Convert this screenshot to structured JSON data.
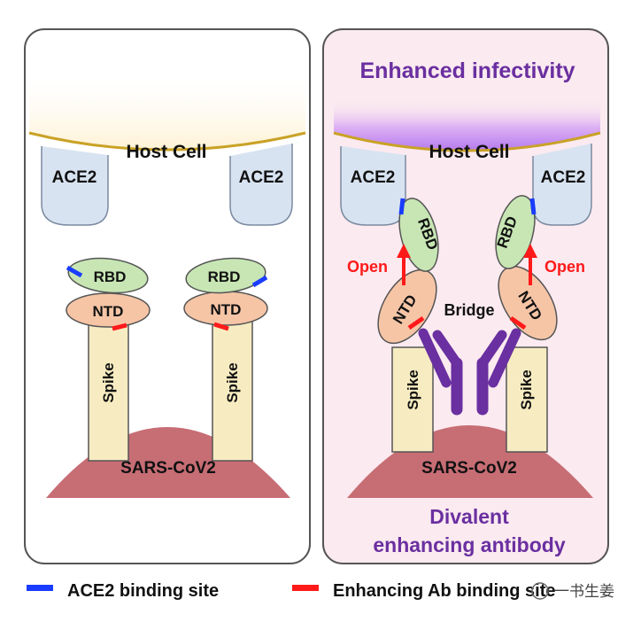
{
  "left_panel": {
    "host_cell_label": "Host Cell",
    "receptors": [
      "ACE2",
      "ACE2"
    ],
    "domains": {
      "rbd": "RBD",
      "ntd": "NTD",
      "spike": "Spike"
    },
    "virus_label": "SARS-CoV2"
  },
  "right_panel": {
    "title": "Enhanced infectivity",
    "host_cell_label": "Host Cell",
    "receptors": [
      "ACE2",
      "ACE2"
    ],
    "domains": {
      "rbd": "RBD",
      "ntd": "NTD",
      "spike": "Spike"
    },
    "open_label": "Open",
    "bridge_label": "Bridge",
    "virus_label": "SARS-CoV2",
    "caption_line1": "Divalent",
    "caption_line2": "enhancing antibody"
  },
  "legend": {
    "items": [
      {
        "label": "ACE2 binding site",
        "color": "#1a3cff"
      },
      {
        "label": "Enhancing Ab binding site",
        "color": "#ff1a1a"
      }
    ]
  },
  "watermark": "一书生姜",
  "colors": {
    "host_membrane": "#c9a227",
    "ace2_fill": "#d8e3f1",
    "rbd_fill": "#c7e6b4",
    "ntd_fill": "#f6c5a6",
    "spike_fill": "#f7ecc1",
    "virus_fill": "#c76d74",
    "antibody": "#6a2fa0",
    "right_bg": "#fbeaf0",
    "purple_glow": "#b57aee"
  }
}
